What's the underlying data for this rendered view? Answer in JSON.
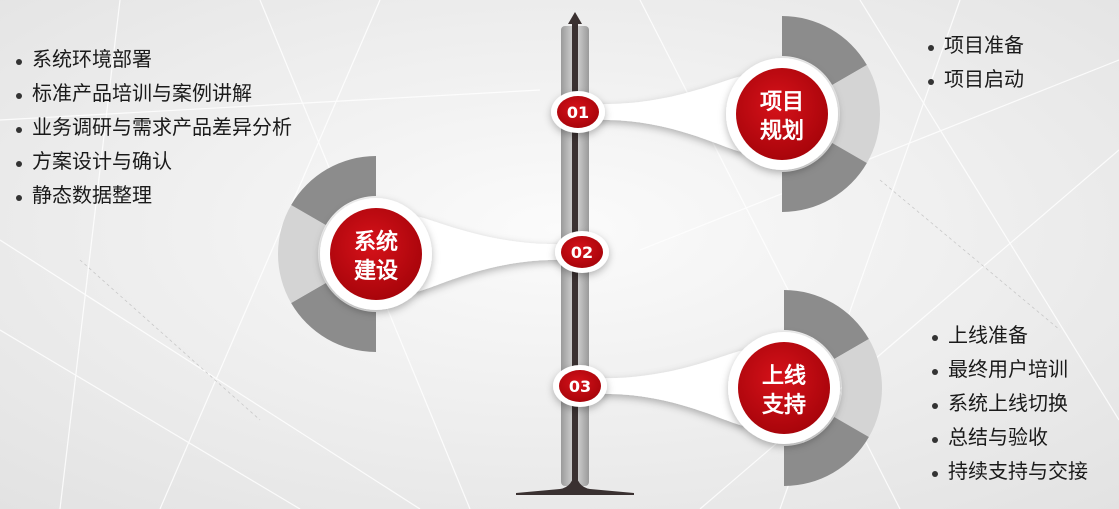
{
  "colors": {
    "red": "#c0060c",
    "dark_red": "#8e0006",
    "gray_dark": "#8c8c8c",
    "gray_mid": "#b3b3b3",
    "gray_light": "#d4d4d4",
    "stem": "#3a3131"
  },
  "icons": {
    "arrow": "arrow-up-icon"
  },
  "stages": [
    {
      "number": "01",
      "title_line1": "项目",
      "title_line2": "规划",
      "items": [
        "项目准备",
        "项目启动"
      ]
    },
    {
      "number": "02",
      "title_line1": "系统",
      "title_line2": "建设",
      "items": [
        "系统环境部署",
        "标准产品培训与案例讲解",
        "业务调研与需求产品差异分析",
        "方案设计与确认",
        "静态数据整理"
      ]
    },
    {
      "number": "03",
      "title_line1": "上线",
      "title_line2": "支持",
      "items": [
        "上线准备",
        "最终用户培训",
        "系统上线切换",
        "总结与验收",
        "持续支持与交接"
      ]
    }
  ]
}
